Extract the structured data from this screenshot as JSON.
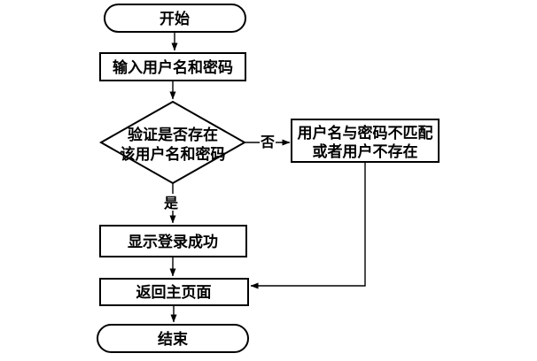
{
  "diagram": {
    "type": "flowchart",
    "language": "zh-CN",
    "colors": {
      "background": "#ffffff",
      "stroke": "#000000",
      "fill": "#ffffff",
      "text": "#000000"
    },
    "nodes": {
      "start": {
        "type": "terminator",
        "label": "开始"
      },
      "input": {
        "type": "process",
        "label": "输入用户名和密码"
      },
      "decision": {
        "type": "decision",
        "line1": "验证是否存在",
        "line2": "该用户名和密码"
      },
      "error": {
        "type": "process",
        "line1": "用户名与密码不匹配",
        "line2": "或者用户不存在"
      },
      "success": {
        "type": "process",
        "label": "显示登录成功"
      },
      "return": {
        "type": "process",
        "label": "返回主页面"
      },
      "end": {
        "type": "terminator",
        "label": "结束"
      }
    },
    "labels": {
      "no": "否",
      "yes": "是"
    },
    "edges": [
      {
        "from": "start",
        "to": "input"
      },
      {
        "from": "input",
        "to": "decision"
      },
      {
        "from": "decision",
        "to": "error",
        "label": "否"
      },
      {
        "from": "decision",
        "to": "success",
        "label": "是"
      },
      {
        "from": "success",
        "to": "return"
      },
      {
        "from": "error",
        "to": "return"
      },
      {
        "from": "return",
        "to": "end"
      }
    ]
  }
}
